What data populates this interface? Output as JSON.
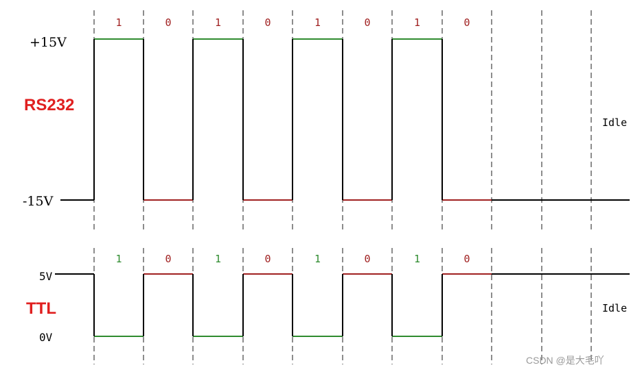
{
  "rs232": {
    "title": "RS232",
    "high_label": "+15V",
    "low_label": "-15V",
    "idle_label": "Idle",
    "bits": [
      "1",
      "0",
      "1",
      "0",
      "1",
      "0",
      "1",
      "0"
    ],
    "levels": [
      "low",
      "high",
      "low",
      "high",
      "low",
      "high",
      "low",
      "high",
      "low",
      "low",
      "low"
    ]
  },
  "ttl": {
    "title": "TTL",
    "high_label": "5V",
    "low_label": "0V",
    "idle_label": "Idle",
    "bits": [
      "1",
      "0",
      "1",
      "0",
      "1",
      "0",
      "1",
      "0"
    ],
    "levels": [
      "high",
      "low",
      "high",
      "low",
      "high",
      "low",
      "high",
      "low",
      "high",
      "high",
      "high"
    ]
  },
  "colors": {
    "one": "#2e8b2e",
    "zero": "#a02020",
    "signal": "#000000",
    "dashed": "#666666",
    "title": "#e02020"
  },
  "watermark": "CSDN @是大毛吖"
}
